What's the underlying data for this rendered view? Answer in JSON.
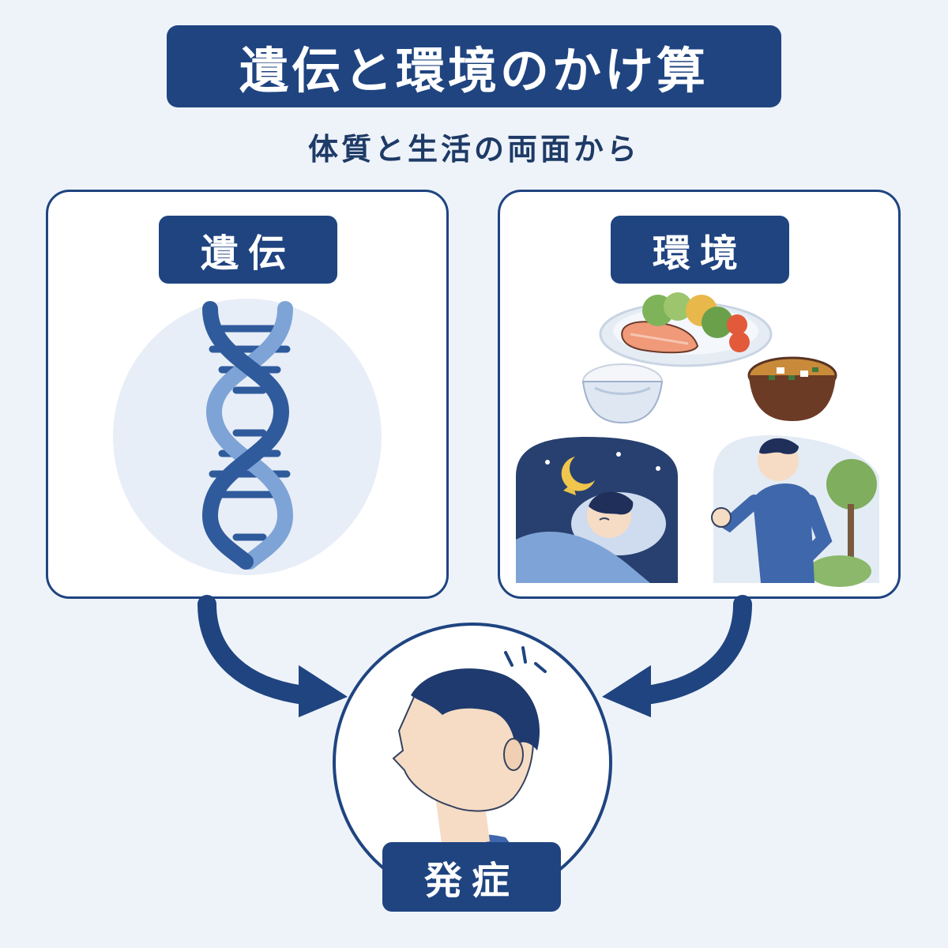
{
  "header": {
    "title": "遺伝と環境のかけ算",
    "subtitle": "体質と生活の両面から"
  },
  "panels": {
    "genetics": {
      "label": "遺伝"
    },
    "environment": {
      "label": "環境"
    }
  },
  "result": {
    "label": "発症"
  },
  "colors": {
    "navy": "#1f4480",
    "background": "#eef3fa",
    "dna_light": "#7ea3d6",
    "dna_dark": "#2f5b9c"
  }
}
